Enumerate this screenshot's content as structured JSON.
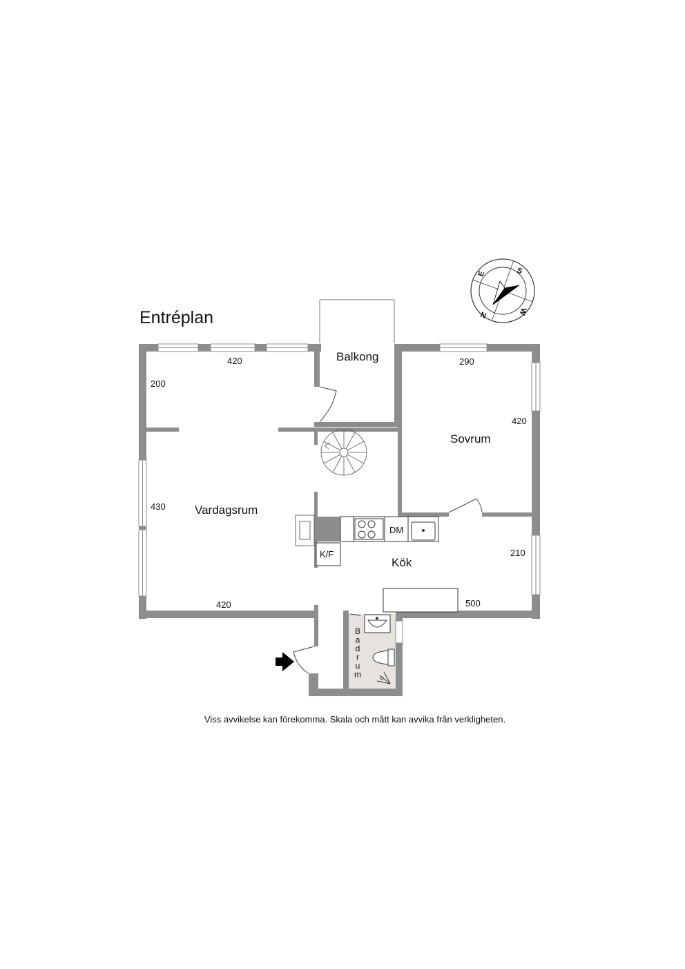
{
  "plan": {
    "title": "Entréplan",
    "rooms": {
      "balkong": "Balkong",
      "sovrum": "Sovrum",
      "vardagsrum": "Vardagsrum",
      "kok": "Kök",
      "badrum": "Badrum"
    },
    "dimensions": {
      "vardagsrum_top": "420",
      "vardagsrum_upper_side": "200",
      "vardagsrum_side": "430",
      "vardagsrum_bottom": "420",
      "sovrum_top": "290",
      "sovrum_side": "420",
      "kok_side": "210",
      "kok_bottom": "500"
    },
    "fixtures": {
      "kf": "K/F",
      "dm": "DM"
    },
    "compass": {
      "n": "N",
      "s": "S",
      "e": "E",
      "w": "W"
    },
    "disclaimer": "Viss avvikelse kan förekomma. Skala och mått kan avvika från verkligheten."
  },
  "colors": {
    "wall": "#8b8d8f",
    "bathroom_floor": "#e6e3df",
    "background": "#ffffff"
  },
  "icons": [
    "compass-icon",
    "entrance-arrow-icon",
    "spiral-stair-icon",
    "stove-icon",
    "sink-icon",
    "toilet-icon",
    "washbasin-icon",
    "shower-icon"
  ]
}
